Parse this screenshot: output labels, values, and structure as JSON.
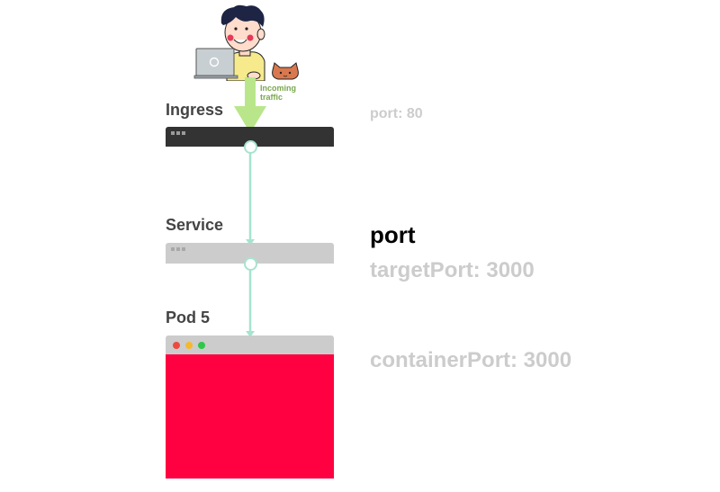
{
  "layers": {
    "ingress": {
      "label": "Ingress",
      "port_text": "port: 80"
    },
    "service": {
      "label": "Service",
      "port_text": "port",
      "target_text": "targetPort: 3000"
    },
    "pod": {
      "label": "Pod 5",
      "container_text": "containerPort: 3000"
    }
  },
  "traffic": {
    "line1": "Incoming",
    "line2": "traffic"
  },
  "colors": {
    "ingress_bar": "#333333",
    "service_bar": "#cccccc",
    "pod_body": "#ff0040",
    "connector": "#a6e4cf",
    "traffic_arrow": "#b9e68a",
    "dim_text": "#cccccc",
    "label_text": "#444444"
  },
  "icons": [
    "user-with-laptop-icon",
    "cat-icon",
    "window-dots-icon"
  ]
}
